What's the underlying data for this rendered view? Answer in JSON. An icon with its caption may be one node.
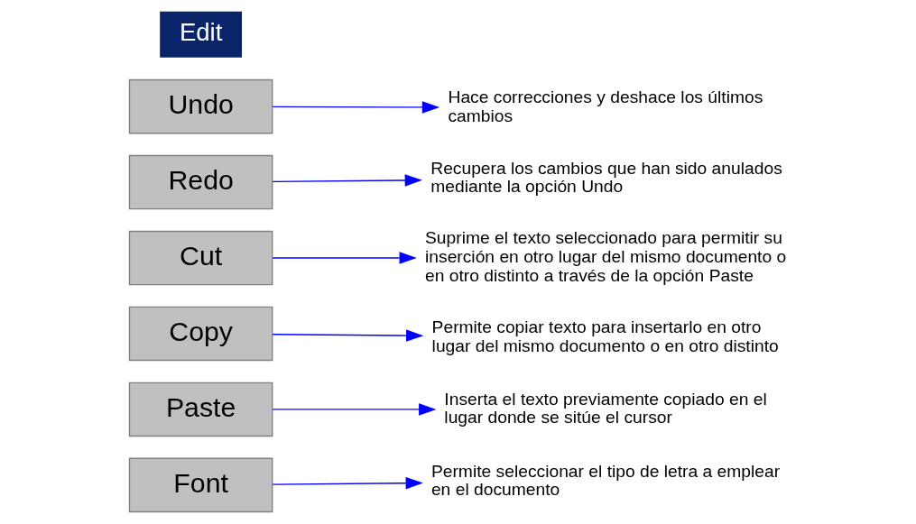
{
  "diagram": {
    "nodes": [
      {
        "text": [
          "Edit"
        ]
      },
      {
        "text": [
          "Undo"
        ]
      },
      {
        "text": [
          "Redo"
        ]
      },
      {
        "text": [
          "Cut"
        ]
      },
      {
        "text": [
          "Copy"
        ]
      },
      {
        "text": [
          "Paste"
        ]
      },
      {
        "text": [
          "Font"
        ]
      },
      {
        "text": [
          "Hace correcciones y deshace los últimos cambios"
        ]
      },
      {
        "text": [
          "Recupera los cambios que han sido anulados mediante la opción Undo"
        ]
      },
      {
        "text": [
          "Suprime el texto seleccionado para permitir su inserción en otro lugar del mismo documento o en otro distinto a través de la opción Paste"
        ]
      },
      {
        "text": [
          "Permite copiar texto para insertarlo en otro lugar del mismo documento o en otro distinto"
        ]
      },
      {
        "text": [
          "Inserta el texto previamente copiado en el lugar donde se sitúe el cursor"
        ]
      },
      {
        "text": [
          "Permite seleccionar el tipo de letra a emplear en el documento"
        ]
      }
    ],
    "edges": [
      {
        "from": 1,
        "to": 7,
        "arrow": "to"
      },
      {
        "from": 2,
        "to": 8,
        "arrow": "to"
      },
      {
        "from": 3,
        "to": 9,
        "arrow": "to"
      },
      {
        "from": 4,
        "to": 10,
        "arrow": "to"
      },
      {
        "from": 5,
        "to": 11,
        "arrow": "to"
      },
      {
        "from": 6,
        "to": 12,
        "arrow": "to"
      }
    ]
  }
}
